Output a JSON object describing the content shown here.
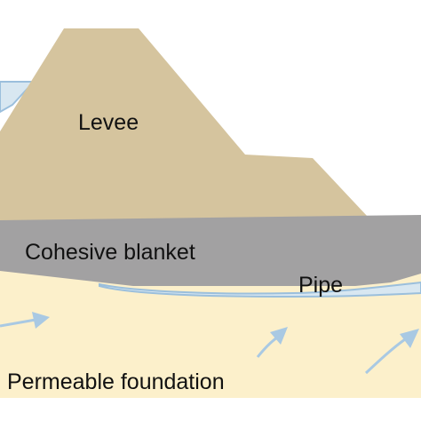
{
  "labels": {
    "levee": "Levee",
    "blanket": "Cohesive blanket",
    "pipe": "Pipe",
    "foundation": "Permeable foundation"
  },
  "colors": {
    "background": "#ffffff",
    "foundation": "#fcf0cb",
    "blanket": "#a2a1a2",
    "levee": "#d5c49e",
    "water": "#d8e7f1",
    "water_edge": "#9bbfdc",
    "arrow": "#a9c9e3"
  }
}
